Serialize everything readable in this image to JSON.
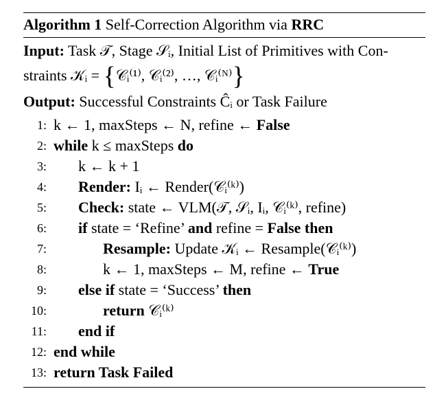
{
  "algorithm": {
    "label": "Algorithm 1",
    "title": "Self-Correction Algorithm via",
    "title_bold": "RRC"
  },
  "input": {
    "label": "Input:",
    "text_line1": "Task 𝒯, Stage 𝒮ᵢ, Initial List of Primitives with Con-",
    "text_line2_prefix": "straints 𝒦ᵢ = ",
    "set_items": [
      "𝒞ᵢ⁽¹⁾",
      "𝒞ᵢ⁽²⁾",
      "…",
      "𝒞ᵢ⁽ᴺ⁾"
    ]
  },
  "output": {
    "label": "Output:",
    "text": "Successful Constraints Ĉᵢ or Task Failure"
  },
  "lines": [
    {
      "num": "1:",
      "indent": 0,
      "text": "k ← 1, maxSteps ← N, refine ← ",
      "bold_tail": "False"
    },
    {
      "num": "2:",
      "indent": 0,
      "bold_head": "while",
      "text": " k ≤ maxSteps ",
      "bold_tail": "do"
    },
    {
      "num": "3:",
      "indent": 1,
      "text": "k ← k + 1"
    },
    {
      "num": "4:",
      "indent": 1,
      "bold_head": "Render:",
      "text": " Iᵢ ← Render(𝒞ᵢ⁽ᵏ⁾)"
    },
    {
      "num": "5:",
      "indent": 1,
      "bold_head": "Check:",
      "text": " state ← VLM(𝒯, 𝒮ᵢ, Iᵢ, 𝒞ᵢ⁽ᵏ⁾, refine)"
    },
    {
      "num": "6:",
      "indent": 1,
      "bold_head": "if",
      "text": " state = ‘Refine’ ",
      "bold_mid": "and",
      "text2": " refine = ",
      "bold_tail": "False then"
    },
    {
      "num": "7:",
      "indent": 2,
      "bold_head": "Resample:",
      "text": " Update 𝒦ᵢ ← Resample(𝒞ᵢ⁽ᵏ⁾)"
    },
    {
      "num": "8:",
      "indent": 2,
      "text": "k ← 1, maxSteps ← M, refine ← ",
      "bold_tail": "True"
    },
    {
      "num": "9:",
      "indent": 1,
      "bold_head": "else if",
      "text": " state = ‘Success’ ",
      "bold_tail": "then"
    },
    {
      "num": "10:",
      "indent": 2,
      "bold_head": "return",
      "text": " 𝒞ᵢ⁽ᵏ⁾"
    },
    {
      "num": "11:",
      "indent": 1,
      "bold_head": "end if",
      "text": ""
    },
    {
      "num": "12:",
      "indent": 0,
      "bold_head": "end while",
      "text": ""
    },
    {
      "num": "13:",
      "indent": 0,
      "bold_head": "return Task Failed",
      "text": ""
    }
  ]
}
